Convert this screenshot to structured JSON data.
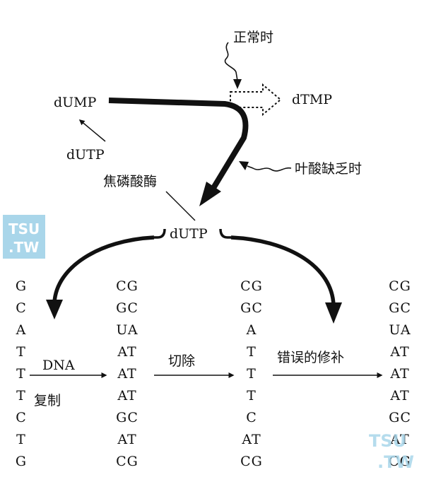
{
  "labels": {
    "normal": "正常时",
    "dtmp": "dTMP",
    "dump": "dUMP",
    "dutp_small": "dUTP",
    "folate": "叶酸缺乏时",
    "ppase": "焦磷酸酶",
    "dutp_main": "dUTP",
    "dna": "DNA",
    "replicate": "复制",
    "excise": "切除",
    "repair": "错误的修补"
  },
  "columns": {
    "c1": [
      "G",
      "C",
      "A",
      "T",
      "T",
      "T",
      "C",
      "T",
      "G"
    ],
    "c2": [
      "CG",
      "GC",
      "UA",
      "AT",
      "AT",
      "AT",
      "GC",
      "AT",
      "CG"
    ],
    "c3": [
      "CG",
      "GC",
      "A",
      "T",
      "T",
      "T",
      "C",
      "AT",
      "CG"
    ],
    "c4": [
      "CG",
      "GC",
      "UA",
      "AT",
      "AT",
      "AT",
      "GC",
      "AT",
      "CG"
    ]
  },
  "watermark": {
    "top": "TSU",
    "bottom": ".TW",
    "color": "#a9d6ea"
  }
}
